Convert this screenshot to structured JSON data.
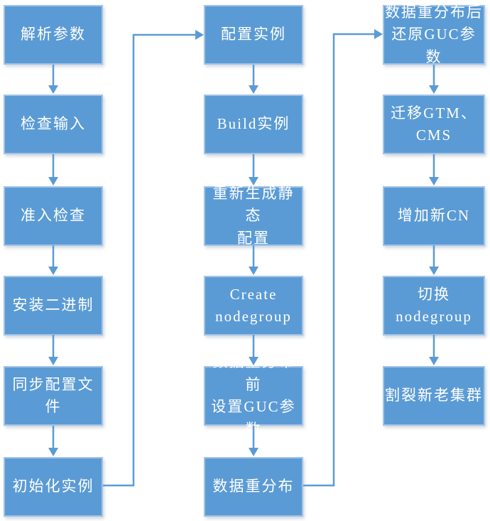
{
  "flowchart": {
    "colors": {
      "node_fill": "#5b9bd5",
      "node_border": "#a3c3e6",
      "arrow_color": "#5b9bd5",
      "text_color": "#ffffff",
      "background": "#ffffff"
    },
    "columns": [
      {
        "nodes": [
          {
            "label": "解析参数"
          },
          {
            "label": "检查输入"
          },
          {
            "label": "准入检查"
          },
          {
            "label": "安装二进制"
          },
          {
            "label": "同步配置文件"
          },
          {
            "label": "初始化实例"
          }
        ]
      },
      {
        "nodes": [
          {
            "label": "配置实例"
          },
          {
            "label": "Build实例"
          },
          {
            "label": "重新生成静态\n配置"
          },
          {
            "label": "Create\nnodegroup"
          },
          {
            "label": "数据重分布前\n设置GUC参数"
          },
          {
            "label": "数据重分布"
          }
        ]
      },
      {
        "nodes": [
          {
            "label": "数据重分布后\n还原GUC参数"
          },
          {
            "label": "迁移GTM、\nCMS"
          },
          {
            "label": "增加新CN"
          },
          {
            "label": "切换nodegroup"
          },
          {
            "label": "割裂新老集群"
          }
        ]
      }
    ]
  }
}
